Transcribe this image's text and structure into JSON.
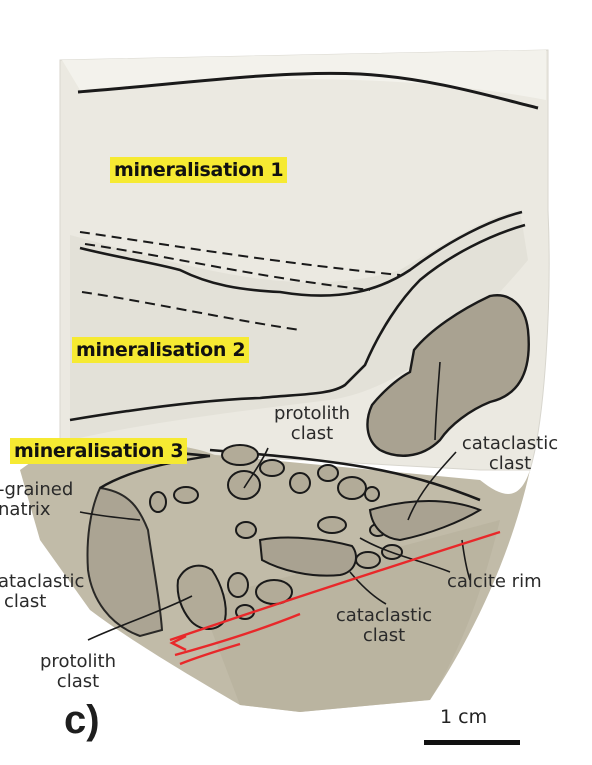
{
  "figure": {
    "panel_label": "c)",
    "scale_bar": "1 cm",
    "zones": [
      "mineralisation 1",
      "mineralisation 2",
      "mineralisation 3"
    ],
    "labels": {
      "protolith_clast_top": [
        "protolith",
        "clast"
      ],
      "cataclastic_clast_right": [
        "cataclastic",
        "clast"
      ],
      "fine_grained_matrix": [
        "-grained",
        "natrix"
      ],
      "cataclastic_clast_left": [
        "ataclastic",
        "clast"
      ],
      "calcite_rim": "calcite rim",
      "cataclastic_clast_center": [
        "cataclastic",
        "clast"
      ],
      "protolith_clast_bottom": [
        "protolith",
        "clast"
      ]
    },
    "colors": {
      "upper_sample": "#e9e8e0",
      "lower_sample": "#bdb6a3",
      "clast_fill": "#a9a291",
      "boundary_line": "#1a1a1a",
      "fault_line": "#e8282a",
      "highlight": "#f6ea32"
    }
  }
}
